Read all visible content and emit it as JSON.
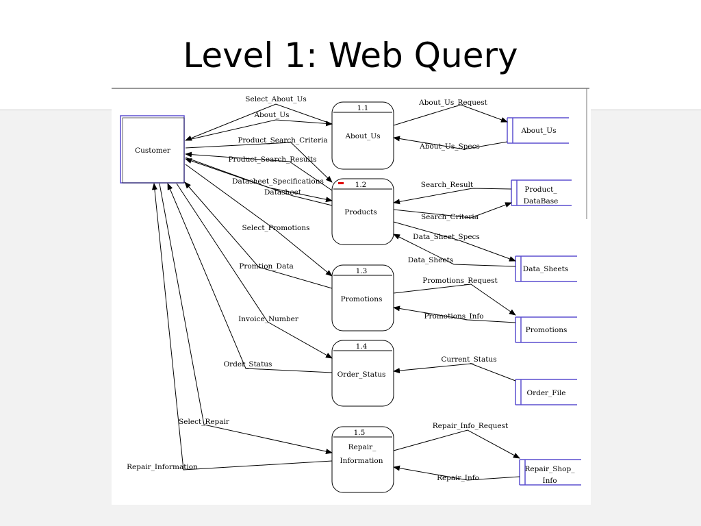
{
  "slide": {
    "title": "Level 1: Web Query"
  },
  "entities": {
    "customer": "Customer"
  },
  "processes": [
    {
      "id": "1.1",
      "lines": [
        "About_Us"
      ]
    },
    {
      "id": "1.2",
      "lines": [
        "Products"
      ]
    },
    {
      "id": "1.3",
      "lines": [
        "Promotions"
      ]
    },
    {
      "id": "1.4",
      "lines": [
        "Order_Status"
      ]
    },
    {
      "id": "1.5",
      "lines": [
        "Repair_",
        "Information"
      ]
    }
  ],
  "stores": [
    {
      "lines": [
        "About_Us"
      ]
    },
    {
      "lines": [
        "Product_",
        "DataBase"
      ]
    },
    {
      "lines": [
        "Data_Sheets"
      ]
    },
    {
      "lines": [
        "Promotions"
      ]
    },
    {
      "lines": [
        "Order_File"
      ]
    },
    {
      "lines": [
        "Repair_Shop_",
        "Info"
      ]
    }
  ],
  "flows": {
    "select_about_us": "Select_About_Us",
    "about_us": "About_Us",
    "product_search_criteria": "Product_Search_Criteria",
    "product_search_results": "Product_Search_Results",
    "datasheet_specifications": "Datasheet_Specifications",
    "datasheet": "Datasheet",
    "select_promotions": "Select_Promotions",
    "promotion_data": "Promtion_Data",
    "invoice_number": "Invoice_Number",
    "order_status": "Order_Status",
    "select_repair": "Select_Repair",
    "repair_information": "Repair_Information",
    "about_us_request": "About_Us_Request",
    "about_us_specs": "About_Us_Specs",
    "search_result": "Search_Result",
    "search_criteria": "Search_Criteria",
    "data_sheet_specs": "Data_Sheet_Specs",
    "data_sheets": "Data_Sheets",
    "promotions_request": "Promotions_Request",
    "promotions_info": "Promotions_Info",
    "current_status": "Current_Status",
    "repair_info_request": "Repair_Info_Request",
    "repair_info": "Repair_Info"
  },
  "colors": {
    "entity_border": "#5b4fcf",
    "store_border": "#5b4fcf",
    "line": "#000000",
    "marker": "#e00000"
  }
}
